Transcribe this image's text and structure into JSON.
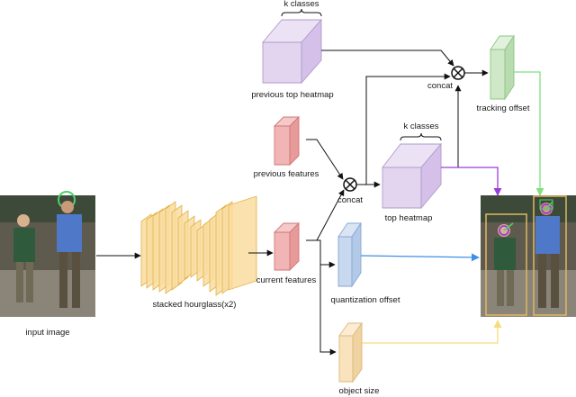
{
  "labels": {
    "k_classes_top": "k classes",
    "previous_top_heatmap": "previous top heatmap",
    "concat_top": "concat",
    "tracking_offset": "tracking offset",
    "k_classes_mid": "k classes",
    "previous_features": "previous features",
    "concat_mid": "concat",
    "top_heatmap": "top heatmap",
    "input_image": "input image",
    "stacked_hourglass": "stacked hourglass(x2)",
    "current_features": "current features",
    "quantization_offset": "quantization offset",
    "object_size": "object size"
  },
  "colors": {
    "heatmap": "#e3d5f0",
    "previous_features": "#f2b5b5",
    "current_features": "#f2b5b5",
    "tracking_offset": "#cfe8c8",
    "quantization_offset": "#c7d8ef",
    "object_size": "#f8e3bd",
    "hourglass": "#f9dca0",
    "arrow_purple": "#9b3cd8",
    "arrow_green": "#7fe07f",
    "arrow_blue": "#3f8fe8",
    "arrow_yellow": "#f5dd7a",
    "detection_box": "#e0b860"
  },
  "icons": {
    "concat_operator": "circled-x-icon",
    "input_photo": "photo-two-pedestrians-icon",
    "output_photo": "photo-tracked-pedestrians-icon"
  }
}
